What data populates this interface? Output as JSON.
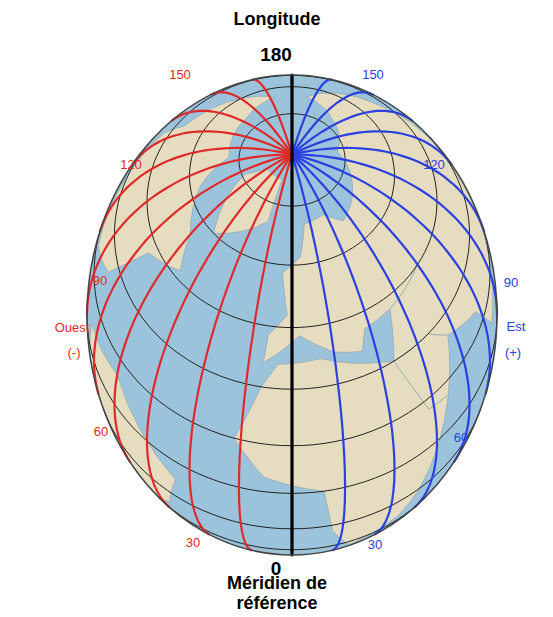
{
  "diagram": {
    "title": "Longitude",
    "caption": "Méridien de référence",
    "labels": [
      "180",
      "150",
      "120",
      "90",
      "Ouest",
      "(-)",
      "60",
      "30",
      "150",
      "120",
      "90",
      "Est",
      "(+)",
      "60",
      "30",
      "0"
    ]
  }
}
